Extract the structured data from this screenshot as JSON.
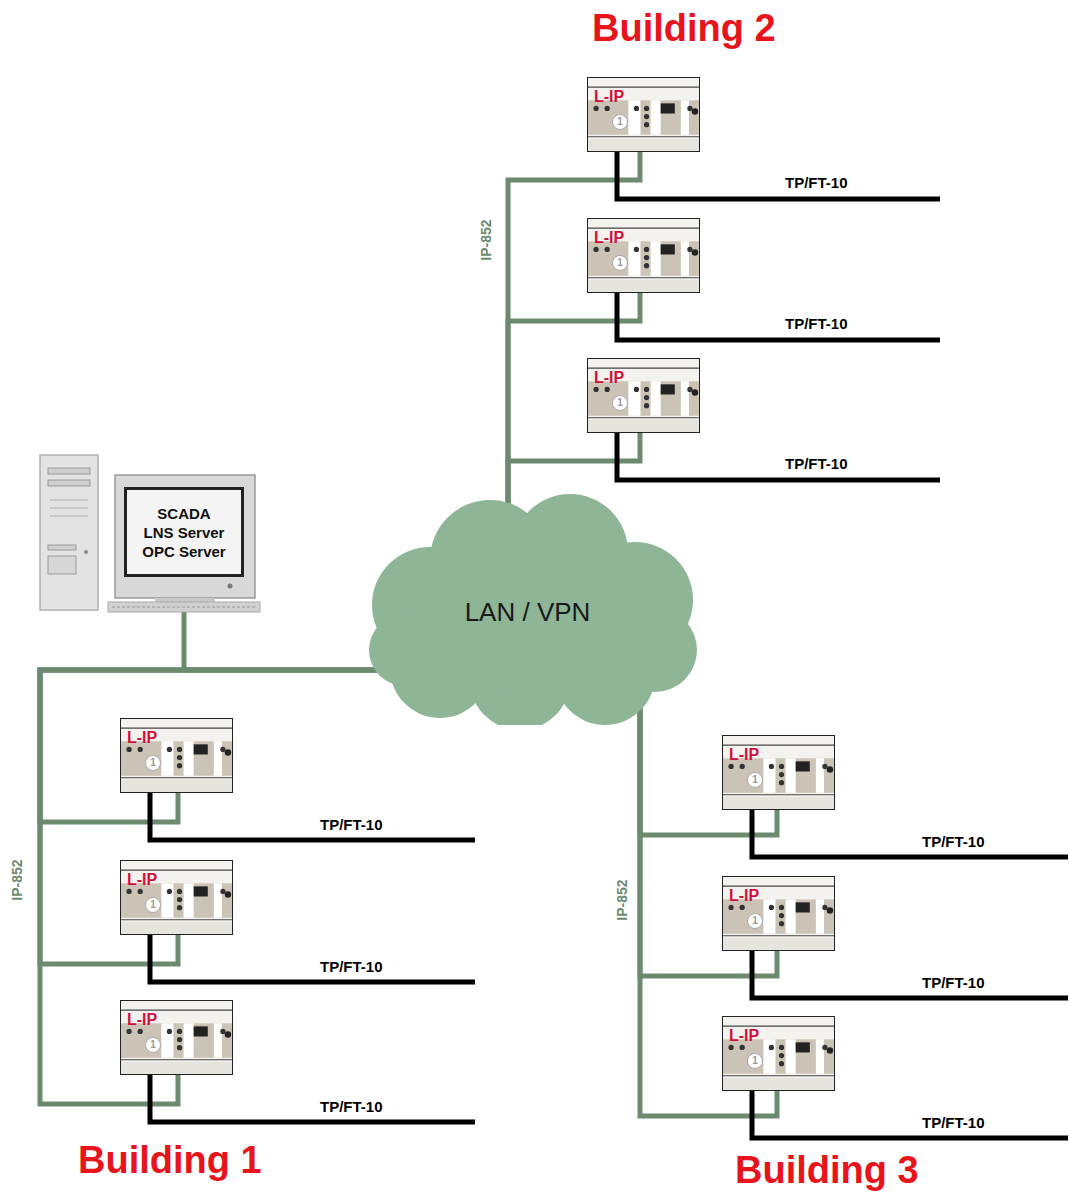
{
  "diagram": {
    "nodes": [
      {
        "text": [
          "L-IP",
          "1"
        ]
      },
      {
        "text": [
          "L-IP",
          "1"
        ]
      },
      {
        "text": [
          "L-IP",
          "1"
        ]
      },
      {
        "text": [
          "SCADA",
          "LNS Server",
          "OPC Server"
        ]
      },
      {
        "text": [
          "LAN / VPN"
        ]
      },
      {
        "text": [
          "L-IP",
          "1"
        ]
      },
      {
        "text": [
          "L-IP",
          "1"
        ]
      },
      {
        "text": [
          "L-IP",
          "1"
        ]
      },
      {
        "text": [
          "L-IP",
          "1"
        ]
      },
      {
        "text": [
          "L-IP",
          "1"
        ]
      },
      {
        "text": [
          "L-IP",
          "1"
        ]
      }
    ],
    "edges": [
      {
        "from": 0,
        "to": 4,
        "arrow": "none"
      },
      {
        "from": 1,
        "to": 4,
        "arrow": "none"
      },
      {
        "from": 2,
        "to": 4,
        "arrow": "none"
      },
      {
        "from": 3,
        "to": 4,
        "arrow": "none"
      },
      {
        "from": 5,
        "to": 4,
        "arrow": "none"
      },
      {
        "from": 6,
        "to": 4,
        "arrow": "none"
      },
      {
        "from": 7,
        "to": 4,
        "arrow": "none"
      },
      {
        "from": 8,
        "to": 4,
        "arrow": "none"
      },
      {
        "from": 9,
        "to": 4,
        "arrow": "none"
      },
      {
        "from": 10,
        "to": 4,
        "arrow": "none"
      }
    ],
    "labels": [
      "Building 2",
      "IP-852",
      "TP/FT-10",
      "TP/FT-10",
      "TP/FT-10",
      "IP-852",
      "TP/FT-10",
      "TP/FT-10",
      "TP/FT-10",
      "IP-852",
      "TP/FT-10",
      "TP/FT-10",
      "TP/FT-10",
      "Building 1",
      "Building 3"
    ]
  }
}
